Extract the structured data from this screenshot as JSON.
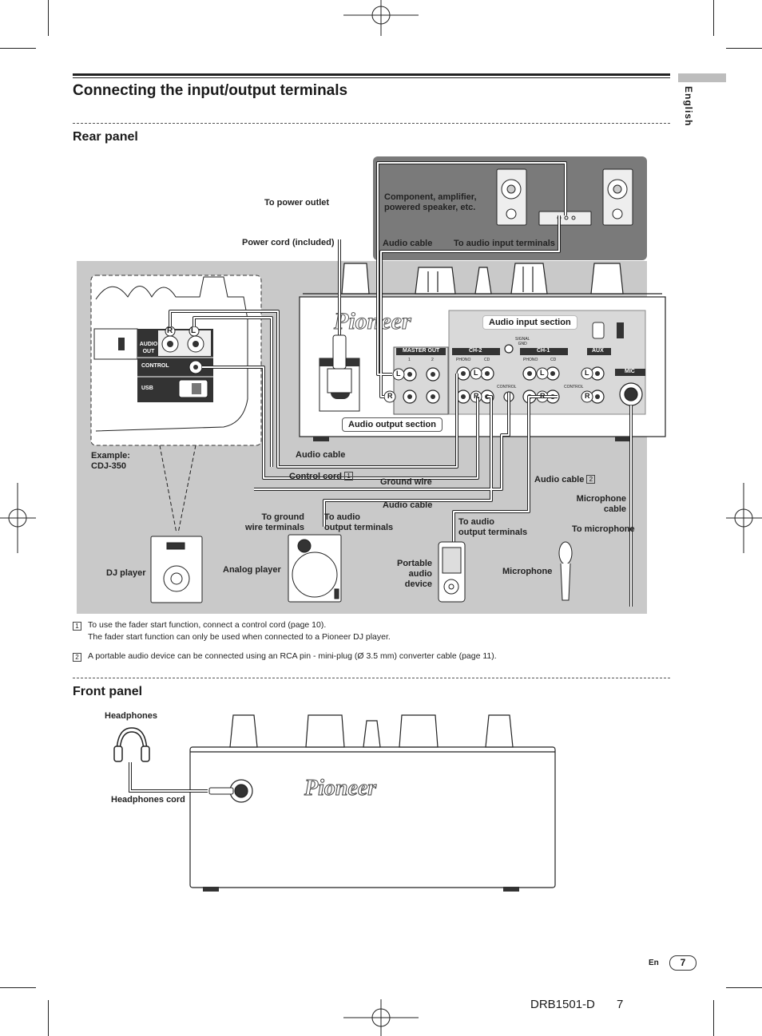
{
  "page": {
    "title": "Connecting the input/output terminals",
    "language_tab": "English",
    "footer_lang": "En",
    "page_number": "7",
    "doc_code": "DRB1501-D",
    "doc_page": "7"
  },
  "rear_panel": {
    "heading": "Rear panel",
    "brand": "Pioneer",
    "labels": {
      "to_power_outlet": "To power outlet",
      "power_cord": "Power cord (included)",
      "component": "Component, amplifier,\npowered speaker, etc.",
      "audio_cable_top": "Audio cable",
      "to_audio_input_terminals": "To audio input terminals",
      "audio_input_section": "Audio input section",
      "audio_output_section": "Audio output section",
      "example": "Example:\nCDJ-350",
      "audio_cable_mid": "Audio cable",
      "control_cord": "Control cord",
      "control_cord_note": "1",
      "ground_wire": "Ground wire",
      "audio_cable_low": "Audio cable",
      "audio_cable_2": "Audio cable",
      "audio_cable_2_note": "2",
      "microphone_cable": "Microphone\ncable",
      "to_ground": "To ground\nwire terminals",
      "to_audio_output_1": "To audio\noutput terminals",
      "to_audio_output_2": "To audio\noutput terminals",
      "to_microphone": "To microphone",
      "dj_player": "DJ player",
      "analog_player": "Analog player",
      "portable": "Portable\naudio\ndevice",
      "microphone": "Microphone"
    },
    "cdj_panel": {
      "audio_out": "AUDIO\nOUT",
      "control": "CONTROL",
      "usb": "USB",
      "r": "R",
      "l": "L"
    },
    "mixer_panel": {
      "master_out": "MASTER OUT",
      "ch2": "CH-2",
      "ch1": "CH-1",
      "aux": "AUX",
      "mic": "MIC",
      "signal_gnd": "SIGNAL\nGND",
      "phono": "PHONO",
      "cd": "CD",
      "control": "CONTROL",
      "one": "1",
      "two": "2",
      "l": "L",
      "r": "R"
    }
  },
  "notes": [
    {
      "num": "1",
      "text": "To use the fader start function, connect a control cord (page 10).\nThe fader start function can only be used when connected to a Pioneer DJ player."
    },
    {
      "num": "2",
      "text": "A portable audio device can be connected using an RCA pin - mini-plug (Ø 3.5 mm) converter cable (page 11)."
    }
  ],
  "front_panel": {
    "heading": "Front panel",
    "headphones": "Headphones",
    "headphones_cord": "Headphones cord",
    "brand": "Pioneer"
  },
  "colors": {
    "panel_gray": "#c9c9c9",
    "dark_gray": "#7a7a7a",
    "line": "#222222"
  }
}
